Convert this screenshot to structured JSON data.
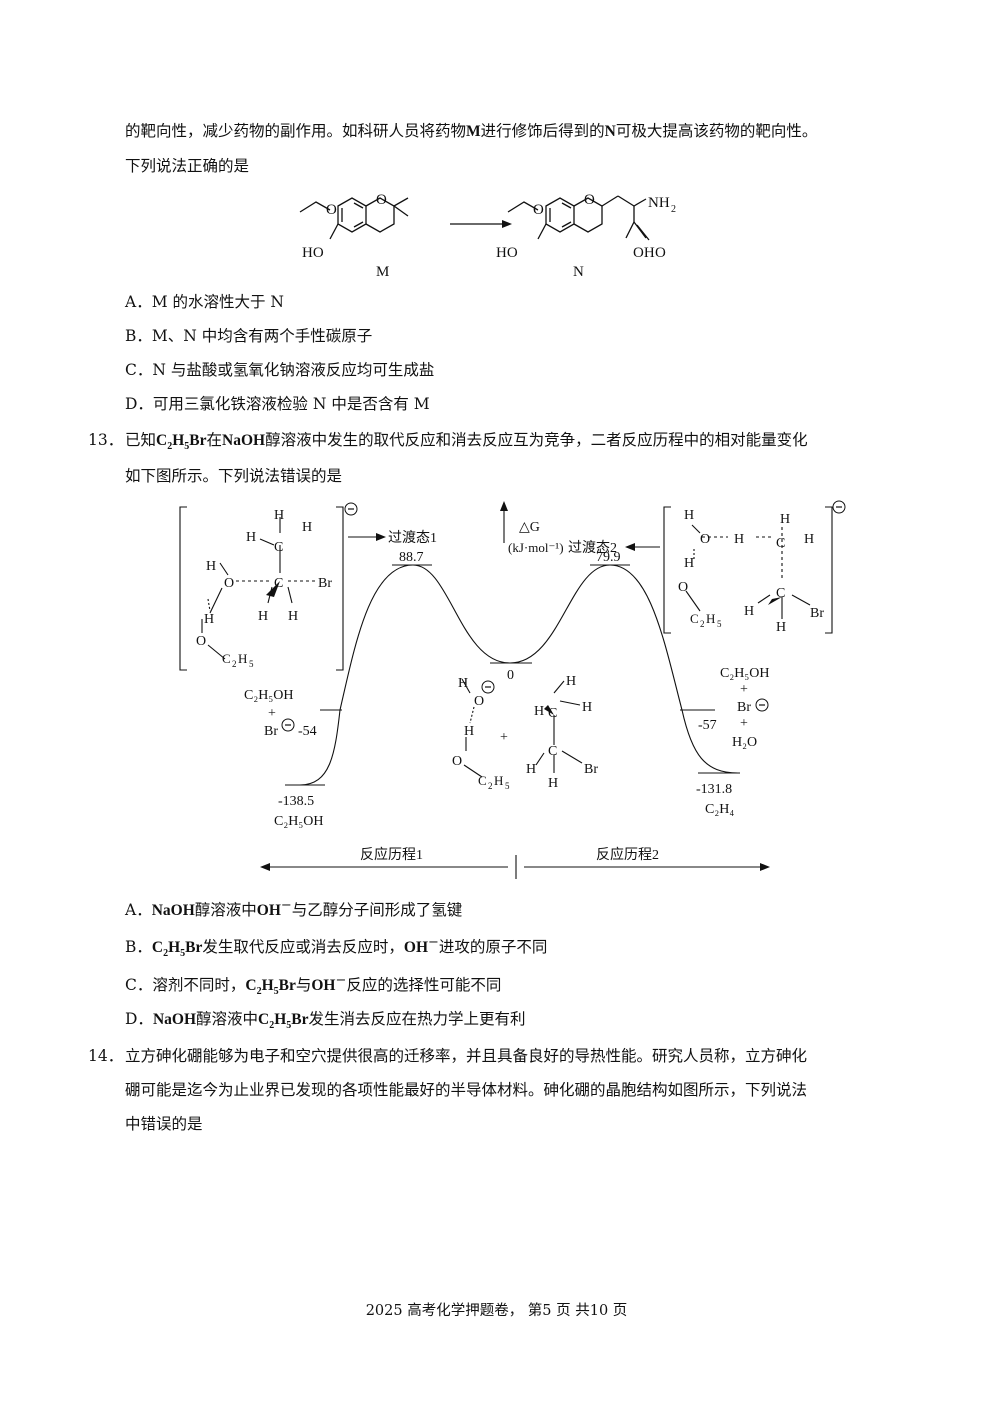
{
  "q12": {
    "intro_line1_a": "的靶向性，减少药物的副作用。如科研人员将药物",
    "intro_M": "M",
    "intro_line1_b": "进行修饰后得到的",
    "intro_N": "N",
    "intro_line1_c": "可极大提高该药物的靶向性。",
    "intro_line2": "下列说法正确的是",
    "label_M": "M",
    "label_N": "N",
    "chem": {
      "HO": "HO",
      "NH2": "NH",
      "sub2": "2",
      "O": "O",
      "OH": "OH"
    },
    "options": [
      "A．M 的水溶性大于 N",
      "B．M、N 中均含有两个手性碳原子",
      "C．N 与盐酸或氢氧化钠溶液反应均可生成盐",
      "D．可用三氯化铁溶液检验 N 中是否含有 M"
    ]
  },
  "q13": {
    "number": "13．",
    "line1_a": "已知",
    "line1_b": "在",
    "line1_c": "NaOH",
    "line1_d": "醇溶液中发生的取代反应和消去反应互为竞争，二者反应历程中的相对能量变化",
    "line2": "如下图所示。下列说法错误的是",
    "c2h5br": {
      "C": "C",
      "s1": "2",
      "H": "H",
      "s2": "5",
      "Br": "Br"
    },
    "diagram": {
      "ts1_label": "过渡态1",
      "ts1_value": "88.7",
      "ts2_label": "过渡态2",
      "ts2_value": "79.9",
      "dg_label": "△G",
      "unit_label": "(kJ·mol⁻¹)",
      "zero_label": "0",
      "left_mid_value": "-54",
      "left_low_value": "-138.5",
      "right_mid_value": "-57",
      "right_low_value": "-131.8",
      "path1_label": "反应历程1",
      "path2_label": "反应历程2",
      "C2H5OH": "C₂H₅OH",
      "Br": "Br",
      "H2O": "H₂O",
      "C2H4": "C₂H₄",
      "plus": "+",
      "H": "H",
      "O": "O",
      "C": "C"
    },
    "options": {
      "A_prefix": "A．",
      "A_naoh": "NaOH",
      "A_mid": "醇溶液中",
      "A_oh": "OH",
      "A_rest": "与乙醇分子间形成了氢键",
      "B_prefix": "B．",
      "B_mid": "发生取代反应或消去反应时，",
      "B_oh": "OH",
      "B_rest": "进攻的原子不同",
      "C_prefix": "C．溶剂不同时，",
      "C_mid": "与",
      "C_oh": "OH",
      "C_rest": "反应的选择性可能不同",
      "D_prefix": "D．",
      "D_naoh": "NaOH",
      "D_mid": "醇溶液中",
      "D_rest": "发生消去反应在热力学上更有利",
      "minus": "−"
    }
  },
  "q14": {
    "number": "14．",
    "line1": "立方砷化硼能够为电子和空穴提供很高的迁移率，并且具备良好的导热性能。研究人员称，立方砷化",
    "line2": "硼可能是迄今为止业界已发现的各项性能最好的半导体材料。砷化硼的晶胞结构如图所示，下列说法",
    "line3": "中错误的是"
  },
  "footer": "2025 高考化学押题卷，  第5 页  共10 页"
}
